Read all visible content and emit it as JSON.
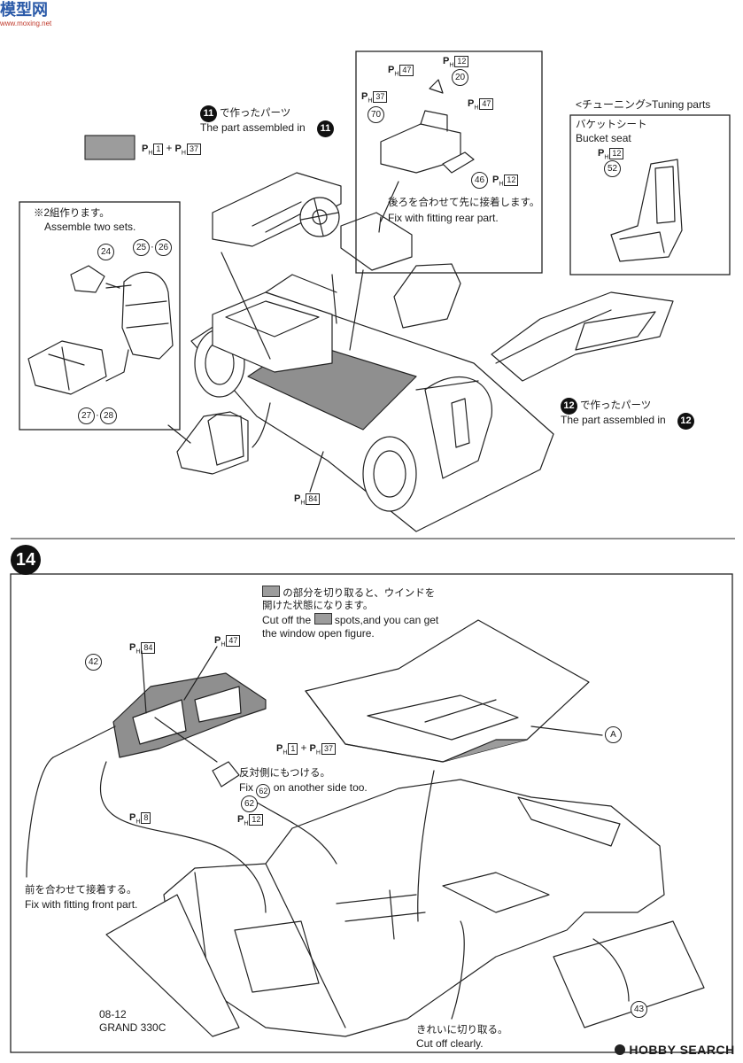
{
  "watermark": {
    "cn": "模型网",
    "url": "www.moxing.net"
  },
  "step13": {
    "rear_part_note_jp": "後ろを合わせて先に接着します。",
    "rear_part_note_en": "Fix with fitting rear part.",
    "part11_jp": "で作ったパーツ",
    "part11_en": "The part assembled in",
    "part11_num": "11",
    "part12_jp": "で作ったパーツ",
    "part12_en": "The part assembled in",
    "part12_num": "12",
    "sets_jp": "※2組作ります。",
    "sets_en": "Assemble two sets.",
    "tuning_title": "<チューニング>Tuning parts",
    "bucket_jp": "バケットシート",
    "bucket_en": "Bucket seat",
    "paint_label_a": "1",
    "paint_label_b": "37",
    "paint_h84": "84"
  },
  "step14": {
    "number": "14",
    "cut_jp_1": "の部分を切り取ると、ウインドを",
    "cut_jp_2": "開けた状態になります。",
    "cut_en_1a": "Cut off the",
    "cut_en_1b": "spots,and you can get",
    "cut_en_2": "the window open figure.",
    "other_side_jp": "反対側にもつける。",
    "other_side_en_a": "Fix",
    "other_side_en_num": "62",
    "other_side_en_b": "on another side too.",
    "front_jp": "前を合わせて接着する。",
    "front_en": "Fix with fitting front part.",
    "clean_jp": "きれいに切り取る。",
    "clean_en": "Cut off clearly.",
    "model_code": "08-12",
    "model_name": "GRAND 330C",
    "label_a": "A"
  },
  "parts": [
    "20",
    "70",
    "46",
    "24",
    "25",
    "26",
    "27",
    "28",
    "52",
    "42",
    "62",
    "43"
  ],
  "paints": {
    "h1": "1",
    "h8": "8",
    "h12": "12",
    "h37": "37",
    "h47": "47",
    "h84": "84"
  },
  "footer": {
    "brand": "HOBBY SEARCH"
  }
}
